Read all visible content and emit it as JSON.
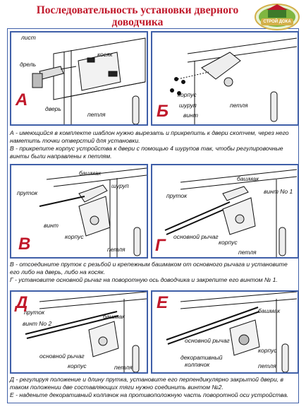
{
  "title_line1": "Последовательность установки дверного",
  "title_line2": "доводчика",
  "logo": {
    "text": "СТРОЙ ДОКА",
    "colors": {
      "badge": "#7fb640",
      "ring": "#d3b04a"
    }
  },
  "colors": {
    "panel_border": "#3f5fa8",
    "letters": "#c0182a",
    "title": "#c0182a"
  },
  "panels": {
    "a": {
      "letter": "А",
      "labels": {
        "list": "лист",
        "drel": "дрель",
        "kosyak": "косяк",
        "dver": "дверь",
        "petlya": "петля"
      }
    },
    "b": {
      "letter": "Б",
      "labels": {
        "korpus": "корпус",
        "shurup": "шуруп",
        "vint": "винт",
        "petlya": "петля"
      }
    },
    "v": {
      "letter": "В",
      "labels": {
        "bashmak": "башмак",
        "shurup": "шуруп",
        "prutok": "пруток",
        "vint": "винт",
        "korpus": "корпус",
        "petlya": "петля"
      }
    },
    "g": {
      "letter": "Г",
      "labels": {
        "bashmak": "башмак",
        "vint1": "винт No 1",
        "prutok": "пруток",
        "osn_rychag": "основной рычаг",
        "korpus": "корпус",
        "petlya": "петля"
      }
    },
    "d": {
      "letter": "Д",
      "labels": {
        "prutok": "пруток",
        "vint2": "винт No 2",
        "bashmak": "башмак",
        "osn_rychag": "основной рычаг",
        "korpus": "корпус",
        "petlya": "петля"
      }
    },
    "e": {
      "letter": "Е",
      "labels": {
        "osn_rychag": "основной рычаг",
        "bashmak": "башмак",
        "korpus": "корпус",
        "dek_kolpachok_1": "декоративный",
        "dek_kolpachok_2": "колпачок",
        "petlya": "петля"
      }
    }
  },
  "captions": {
    "ab": [
      "А - имеющийся в комплекте шаблон нужно вырезать и прикрепить к двери скотчем, через него наметить точки отверстий для установки.",
      "В - прикрепите корпус устройства к двери с помощью 4 шурупов так, чтобы регулировочные винты были направлены к петлям."
    ],
    "vg": [
      "В - отсоедините пруток с резьбой и крепежным башмаком от основного рычага и установите его либо на дверь, либо на косяк.",
      "Г - установите основной рычаг на поворотную ось доводчика и закрепите его винтом № 1."
    ],
    "de": [
      "Д - регулируя положение и длину прутка, установите его перпендикулярно закрытой двери, в таком положении две составляющих тяги нужно соединить винтом №2.",
      "Е - наденьте декоративный колпачок на противоположную часть поворотной оси устройства."
    ]
  }
}
